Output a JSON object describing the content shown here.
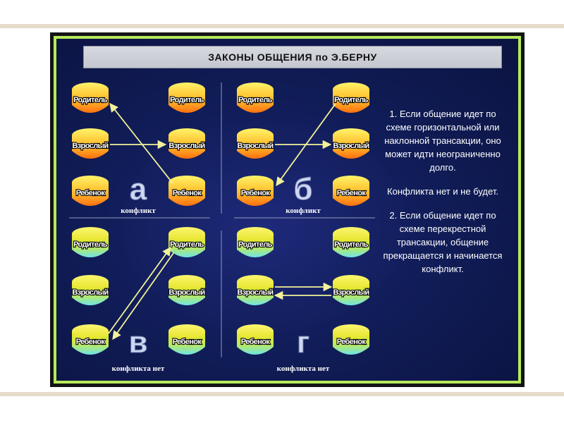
{
  "title": "ЗАКОНЫ ОБЩЕНИЯ по Э.БЕРНУ",
  "roles": {
    "parent": "Родитель",
    "adult": "Взрослый",
    "child": "Ребенок"
  },
  "quadrants": [
    {
      "letter": "а",
      "caption": "конфликт"
    },
    {
      "letter": "б",
      "caption": "конфликт"
    },
    {
      "letter": "в",
      "caption": "конфликта нет"
    },
    {
      "letter": "г",
      "caption": "конфликта нет"
    }
  ],
  "rules": [
    "1. Если общение идет по схеме горизонтальной или наклонной трансакции, оно может идти неограниченно долго.",
    "Конфликта нет и не будет.",
    "2. Если общение идет по схеме перекрестной трансакции, общение прекращается и начинается конфликт."
  ],
  "colors": {
    "frame_border": "#b7ea5a",
    "background": "#111d59",
    "arrow": "#f2f29a",
    "warm_pill_top": "#ffd23a",
    "warm_pill_bottom": "#ff7a12",
    "cool_pill_top": "#f5ec2a",
    "cool_pill_bottom": "#7be8e0"
  }
}
